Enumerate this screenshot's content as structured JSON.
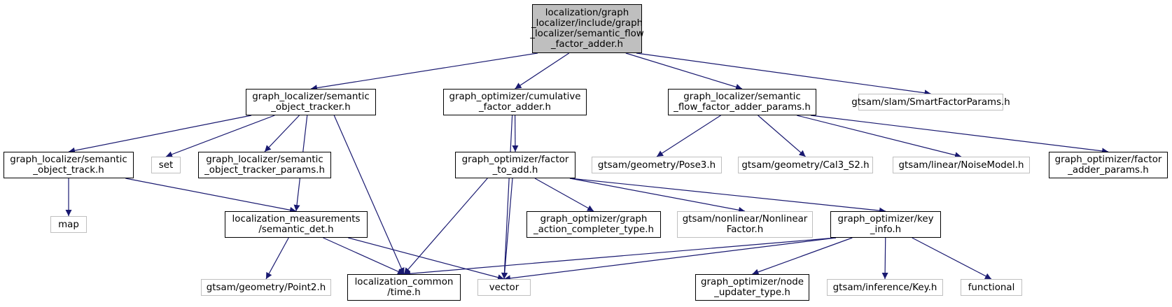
{
  "graph": {
    "edge_color": "#191970",
    "root_fill": "#bfbfbf",
    "external_border": "#bfbfbf",
    "nodes": [
      {
        "id": "root",
        "label": "localization/graph\n_localizer/include/graph\n_localizer/semantic_flow\n_factor_adder.h",
        "kind": "root"
      },
      {
        "id": "sot",
        "label": "graph_localizer/semantic\n_object_tracker.h",
        "kind": "doc"
      },
      {
        "id": "cfa",
        "label": "graph_optimizer/cumulative\n_factor_adder.h",
        "kind": "doc"
      },
      {
        "id": "sffap",
        "label": "graph_localizer/semantic\n_flow_factor_adder_params.h",
        "kind": "doc"
      },
      {
        "id": "sfp",
        "label": "gtsam/slam/SmartFactorParams.h",
        "kind": "ext"
      },
      {
        "id": "sotk",
        "label": "graph_localizer/semantic\n_object_track.h",
        "kind": "doc"
      },
      {
        "id": "set",
        "label": "set",
        "kind": "ext"
      },
      {
        "id": "sotp",
        "label": "graph_localizer/semantic\n_object_tracker_params.h",
        "kind": "doc"
      },
      {
        "id": "fta",
        "label": "graph_optimizer/factor\n_to_add.h",
        "kind": "doc"
      },
      {
        "id": "pose3",
        "label": "gtsam/geometry/Pose3.h",
        "kind": "ext"
      },
      {
        "id": "cal3",
        "label": "gtsam/geometry/Cal3_S2.h",
        "kind": "ext"
      },
      {
        "id": "noise",
        "label": "gtsam/linear/NoiseModel.h",
        "kind": "ext"
      },
      {
        "id": "fap",
        "label": "graph_optimizer/factor\n_adder_params.h",
        "kind": "doc"
      },
      {
        "id": "map",
        "label": "map",
        "kind": "ext"
      },
      {
        "id": "sdet",
        "label": "localization_measurements\n/semantic_det.h",
        "kind": "doc"
      },
      {
        "id": "gact",
        "label": "graph_optimizer/graph\n_action_completer_type.h",
        "kind": "doc"
      },
      {
        "id": "nlf",
        "label": "gtsam/nonlinear/Nonlinear\nFactor.h",
        "kind": "ext"
      },
      {
        "id": "kinfo",
        "label": "graph_optimizer/key\n_info.h",
        "kind": "doc"
      },
      {
        "id": "pt2",
        "label": "gtsam/geometry/Point2.h",
        "kind": "ext"
      },
      {
        "id": "time",
        "label": "localization_common\n/time.h",
        "kind": "doc"
      },
      {
        "id": "vector",
        "label": "vector",
        "kind": "ext"
      },
      {
        "id": "nut",
        "label": "graph_optimizer/node\n_updater_type.h",
        "kind": "doc"
      },
      {
        "id": "key",
        "label": "gtsam/inference/Key.h",
        "kind": "ext"
      },
      {
        "id": "func",
        "label": "functional",
        "kind": "ext"
      }
    ],
    "edges": [
      [
        "root",
        "sot"
      ],
      [
        "root",
        "cfa"
      ],
      [
        "root",
        "sffap"
      ],
      [
        "root",
        "sfp"
      ],
      [
        "sot",
        "sotk"
      ],
      [
        "sot",
        "set"
      ],
      [
        "sot",
        "sotp"
      ],
      [
        "sot",
        "sdet"
      ],
      [
        "sot",
        "time"
      ],
      [
        "cfa",
        "fta"
      ],
      [
        "cfa",
        "vector"
      ],
      [
        "sffap",
        "pose3"
      ],
      [
        "sffap",
        "cal3"
      ],
      [
        "sffap",
        "noise"
      ],
      [
        "sffap",
        "fap"
      ],
      [
        "sotk",
        "map"
      ],
      [
        "sotk",
        "sdet"
      ],
      [
        "sdet",
        "pt2"
      ],
      [
        "sdet",
        "time"
      ],
      [
        "sdet",
        "vector"
      ],
      [
        "fta",
        "time"
      ],
      [
        "fta",
        "vector"
      ],
      [
        "fta",
        "gact"
      ],
      [
        "fta",
        "nlf"
      ],
      [
        "fta",
        "kinfo"
      ],
      [
        "kinfo",
        "time"
      ],
      [
        "kinfo",
        "vector"
      ],
      [
        "kinfo",
        "nut"
      ],
      [
        "kinfo",
        "key"
      ],
      [
        "kinfo",
        "func"
      ]
    ]
  }
}
